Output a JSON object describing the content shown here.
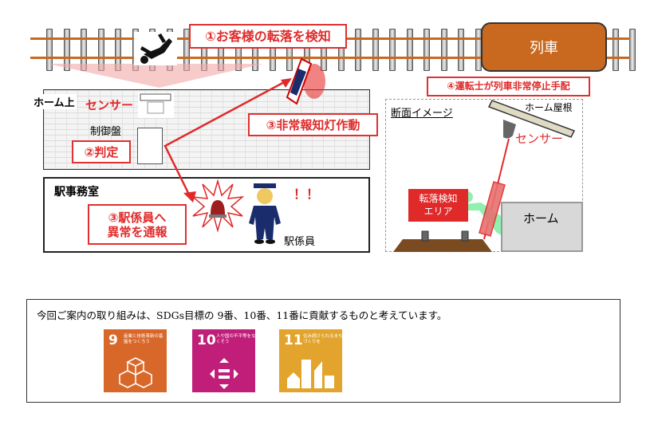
{
  "diagram": {
    "train_label": "列車",
    "step1": "①お客様の転落を検知",
    "step2": "②判定",
    "step3_light": "③非常報知灯作動",
    "step3_staff_line1": "③駅係員へ",
    "step3_staff_line2": "異常を通報",
    "step4": "④運転士が列車非常停止手配",
    "platform_label": "ホーム上",
    "sensor_label": "センサー",
    "control_panel_label": "制御盤",
    "station_office_label": "駅事務室",
    "exclaim": "！！",
    "staff_label": "駅係員",
    "colors": {
      "accent": "#e02a2a",
      "train": "#c8691f",
      "rail": "#c8691f"
    }
  },
  "cross_section": {
    "title": "断面イメージ",
    "roof_label": "ホーム屋根",
    "sensor_label": "センサー",
    "area_line1": "転落検知",
    "area_line2": "エリア",
    "platform_label": "ホーム"
  },
  "sdgs": {
    "text": "今回ご案内の取り組みは、SDGs目標の 9番、10番、11番に貢献するものと考えています。",
    "goals": [
      {
        "number": "9",
        "title": "産業と技術革新の基盤をつくろう",
        "color": "#d8682a"
      },
      {
        "number": "10",
        "title": "人や国の不平等をなくそう",
        "color": "#c01e78"
      },
      {
        "number": "11",
        "title": "住み続けられるまちづくりを",
        "color": "#e2a42c"
      }
    ]
  }
}
